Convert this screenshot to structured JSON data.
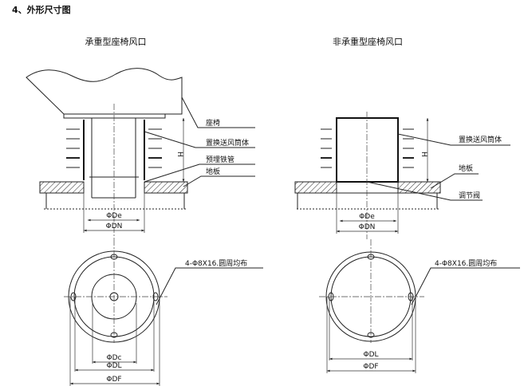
{
  "heading": "4、外形尺寸图",
  "left": {
    "title": "承重型座椅风口",
    "labels": {
      "seat": "座椅",
      "body": "置换送风筒体",
      "pipe": "预埋铁管",
      "floor": "地板"
    },
    "height_dim": "H",
    "dims": {
      "de": "ΦDe",
      "dn": "ΦDN",
      "dc": "ΦDc",
      "dl": "ΦDL",
      "df": "ΦDF"
    },
    "holes": "4-Φ8X16.圆周均布"
  },
  "right": {
    "title": "非承重型座椅风口",
    "labels": {
      "body": "置换送风筒体",
      "floor": "地板",
      "damper": "调节阀"
    },
    "height_dim": "H",
    "dims": {
      "de": "ΦDe",
      "dn": "ΦDN",
      "dl": "ΦDL",
      "df": "ΦDF"
    },
    "holes": "4-Φ8X16.圆周均布"
  }
}
